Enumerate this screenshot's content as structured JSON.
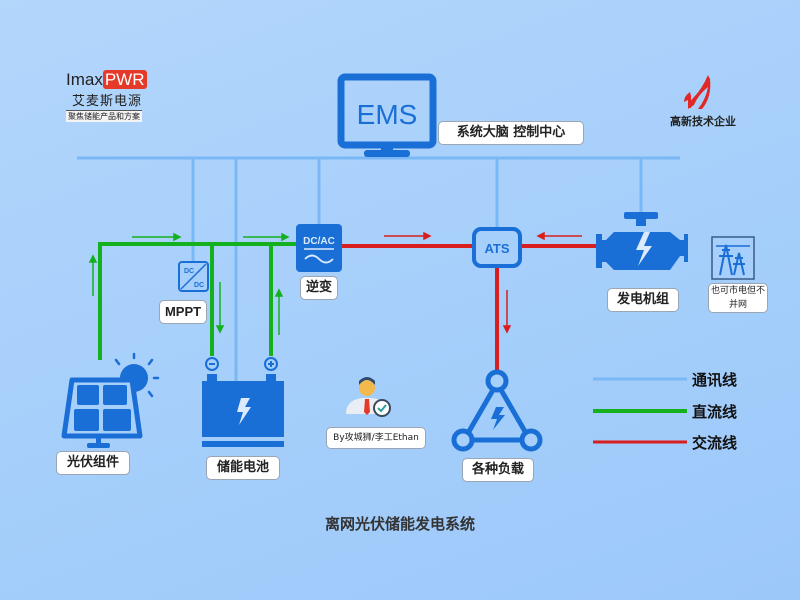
{
  "logo": {
    "brand_prefix": "Imax",
    "brand_highlight": "PWR",
    "brand_cn": "艾麦斯电源",
    "tagline": "聚焦储能产品和方案"
  },
  "badge": {
    "text": "高新技术企业"
  },
  "ems": {
    "icon_text": "EMS",
    "label": "系统大脑 控制中心"
  },
  "components": {
    "mppt": {
      "icon_top": "DC",
      "icon_bottom": "DC",
      "label": "MPPT"
    },
    "inverter": {
      "icon_text": "DC/AC",
      "label": "逆变"
    },
    "ats": {
      "icon_text": "ATS"
    },
    "generator": {
      "label": "发电机组"
    },
    "grid": {
      "label": "也可市电但不并网"
    },
    "pv": {
      "label": "光伏组件"
    },
    "battery": {
      "label": "储能电池",
      "neg": "−",
      "pos": "+"
    },
    "load": {
      "label": "各种负载"
    },
    "credit": {
      "label": "By攻城狮/李工Ethan"
    }
  },
  "legend": [
    {
      "label": "通讯线",
      "color": "#7ab8f5"
    },
    {
      "label": "直流线",
      "color": "#14b01e"
    },
    {
      "label": "交流线",
      "color": "#d81e1e"
    }
  ],
  "colors": {
    "comm": "#7ab8f5",
    "dc": "#14b01e",
    "ac": "#d81e1e",
    "icon_blue": "#1a6fd6"
  },
  "title": "离网光伏储能发电系统"
}
